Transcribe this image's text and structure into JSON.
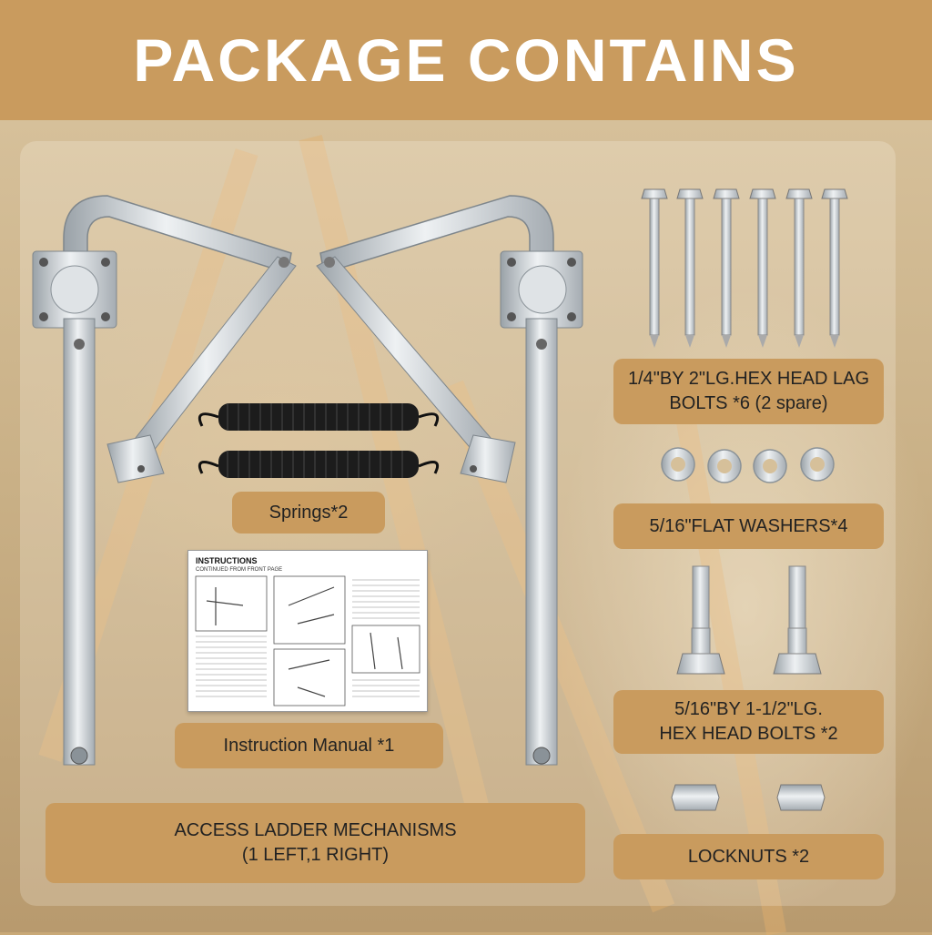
{
  "header": {
    "title": "PACKAGE CONTAINS"
  },
  "labels": {
    "springs": "Springs*2",
    "manual": "Instruction Manual *1",
    "mechanisms": "ACCESS LADDER MECHANISMS\n(1 LEFT,1 RIGHT)",
    "lag_bolts": "1/4\"BY 2\"LG.HEX HEAD LAG\nBOLTS *6 (2 spare)",
    "washers": "5/16\"FLAT WASHERS*4",
    "hex_bolts": "5/16\"BY 1-1/2\"LG.\nHEX HEAD BOLTS *2",
    "locknuts": "LOCKNUTS *2"
  },
  "manual_sheet": {
    "title": "INSTRUCTIONS",
    "subtitle": "CONTINUED FROM FRONT PAGE"
  }
}
